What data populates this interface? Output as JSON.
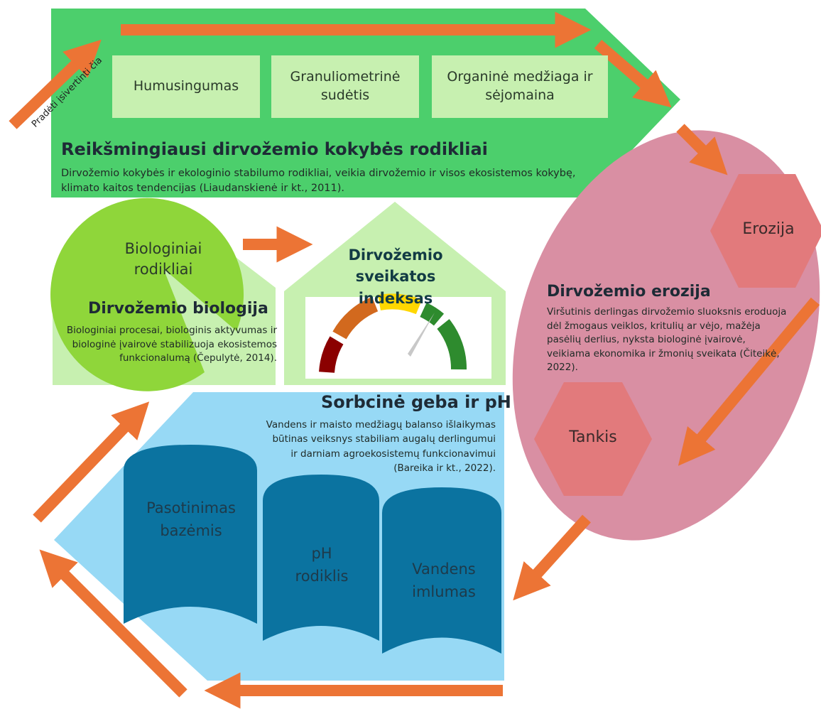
{
  "start_label": "Pradėti įsivertinti čia",
  "top_section": {
    "cards": [
      "Humusingumas",
      "Granuliometrinė sudėtis",
      "Organinė medžiaga ir sėjomaina"
    ],
    "title": "Reikšmingiausi dirvožemio kokybės rodikliai",
    "description": "Dirvožemio kokybės ir ekologinio stabilumo rodikliai, veikia dirvožemio ir visos ekosistemos kokybę, klimato kaitos tendencijas (Liaudanskienė ir kt., 2011)."
  },
  "biology_section": {
    "label": "Biologiniai rodikliai",
    "title": "Dirvožemio biologija",
    "description": "Biologiniai procesai, biologinis aktyvumas ir biologinė įvairovė stabilizuoja ekosistemos funkcionalumą (Čepulytė, 2014)."
  },
  "health_index": {
    "title": "Dirvožemio sveikatos indeksas"
  },
  "erosion_section": {
    "hex_top": "Erozija",
    "hex_bottom": "Tankis",
    "title": "Dirvožemio erozija",
    "description": "Viršutinis derlingas dirvožemio sluoksnis eroduoja dėl žmogaus veiklos, kritulių ar vėjo, mažėja pasėlių derlius, nyksta biologinė įvairovė, veikiama ekonomika ir žmonių sveikata (Čiteikė, 2022)."
  },
  "sorption_section": {
    "title": "Sorbcinė geba ir pH",
    "description": "Vandens ir maisto medžiagų balanso išlaikymas būtinas veiksnys stabiliam augalų derlingumui ir darniam agroekosistemų funkcionavimui (Bareika ir kt., 2022).",
    "cylinders": [
      "Pasotinimas bazėmis",
      "pH rodiklis",
      "Vandens imlumas"
    ]
  },
  "colors": {
    "green_band": "#4ccf6c",
    "light_card": "#c7f0b0",
    "arrow": "#ec7435",
    "pink_ellipse": "#d98fa3",
    "hexagon": "#e27a7c",
    "blue_panel": "#97d9f5",
    "cylinder": "#0b73a0",
    "gauge": [
      "#8b0000",
      "#d2691e",
      "#ffd700",
      "#2e8b2e"
    ]
  }
}
